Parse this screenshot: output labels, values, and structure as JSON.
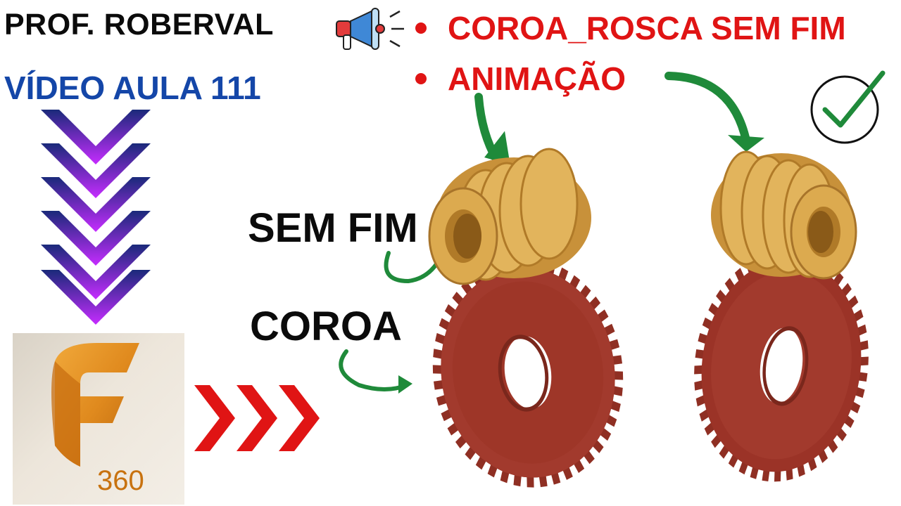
{
  "header": {
    "author": "PROF. ROBERVAL",
    "lesson": "VÍDEO AULA 111"
  },
  "topics": [
    "COROA_ROSCA SEM FIM",
    "ANIMAÇÃO"
  ],
  "labels": {
    "worm": "SEM FIM",
    "gear": "COROA"
  },
  "logo": {
    "letter": "F",
    "number": "360"
  },
  "icons": {
    "megaphone": "megaphone-icon",
    "check": "check-circle-icon"
  },
  "colors": {
    "red": "#e01414",
    "blue": "#1446a8",
    "green_arrow": "#1f8a3a",
    "gear_red": "#9b3327",
    "worm_gold": "#d4a24a",
    "chevron_purple": "#a824e6",
    "chevron_navy": "#1a2a7a"
  }
}
